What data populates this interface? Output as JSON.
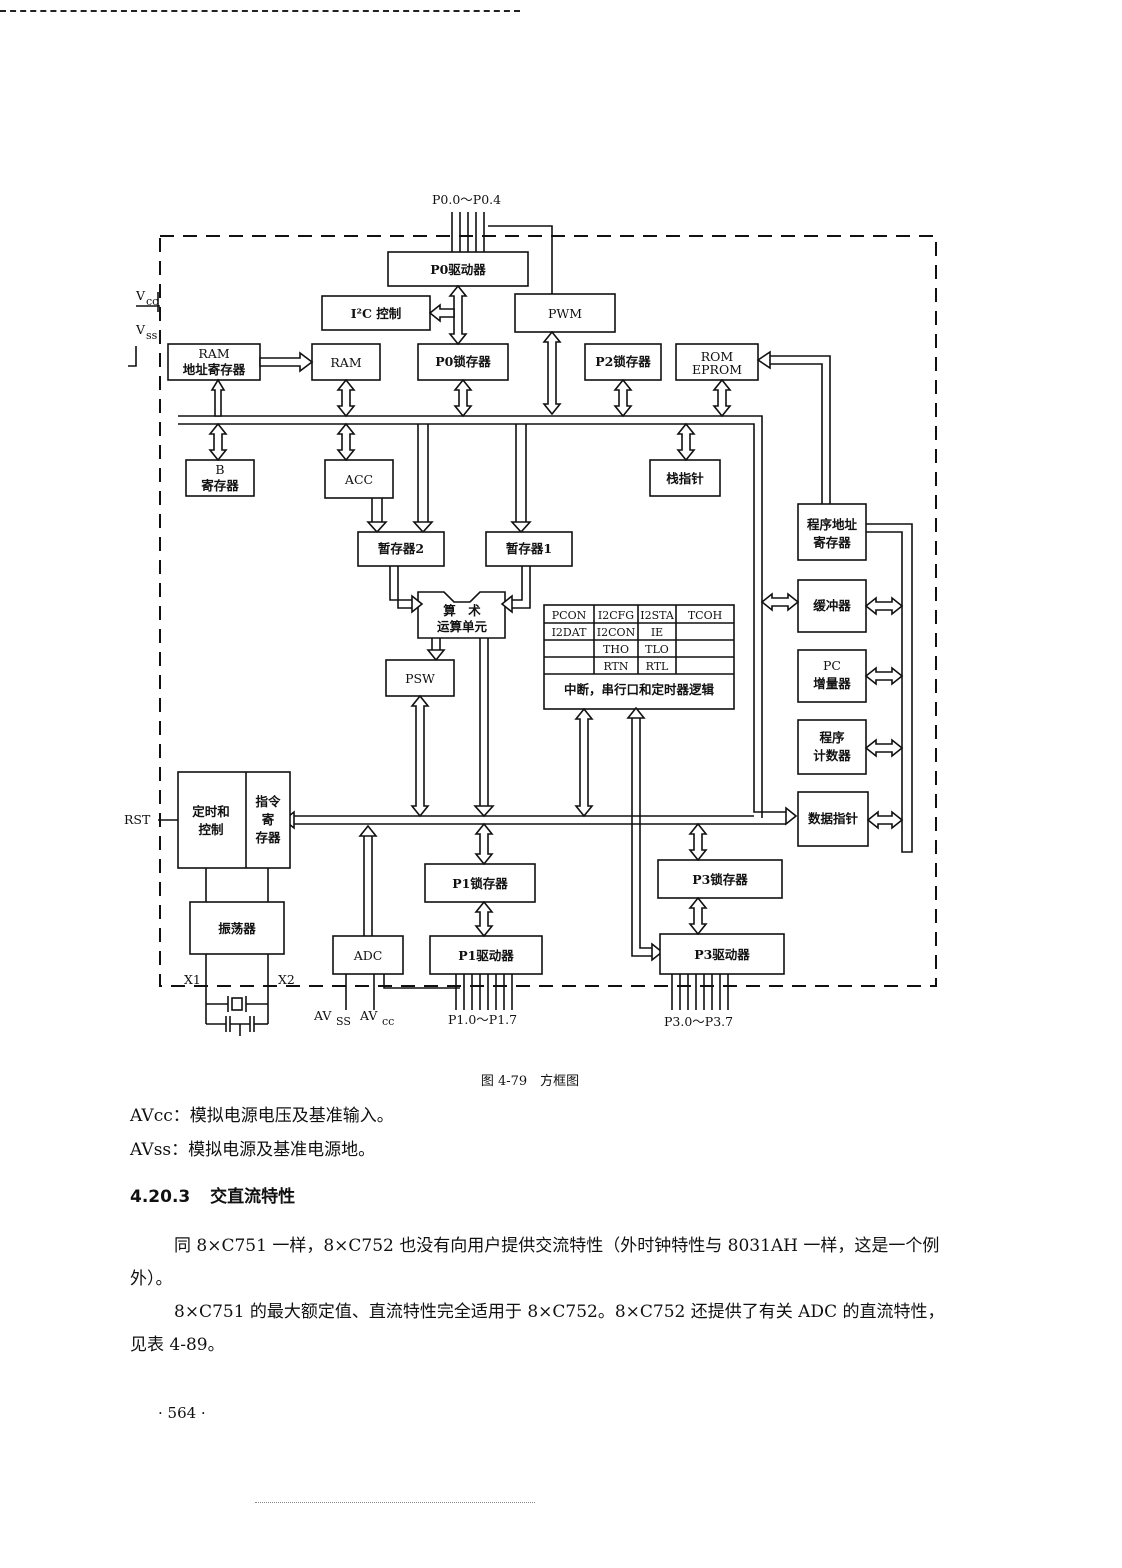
{
  "diagram": {
    "pins": {
      "p0": "P0.0～P0.4",
      "vcc": "V",
      "vcc_sub": "cc",
      "vss": "V",
      "vss_sub": "ss",
      "rst": "RST",
      "x1": "X1",
      "x2": "X2",
      "avss": "AV",
      "avss_sub": "SS",
      "avcc": "AV",
      "avcc_sub": "cc",
      "p1": "P1.0～P1.7",
      "p3": "P3.0～P3.7"
    },
    "blocks": {
      "p0_driver": "P0驱动器",
      "i2c_control": "I²C 控制",
      "pwm": "PWM",
      "ram_addr_line1": "RAM",
      "ram_addr_line2": "地址寄存器",
      "ram": "RAM",
      "p0_latch": "P0锁存器",
      "p2_latch": "P2锁存器",
      "rom_line1": "ROM",
      "rom_line2": "EPROM",
      "b_reg_line1": "B",
      "b_reg_line2": "寄存器",
      "acc": "ACC",
      "stack_ptr": "栈指针",
      "temp2": "暂存器2",
      "temp1": "暂存器1",
      "alu_line1": "算　术",
      "alu_line2": "运算单元",
      "psw": "PSW",
      "prog_addr_line1": "程序地址",
      "prog_addr_line2": "寄存器",
      "buffer": "缓冲器",
      "pc_inc_line1": "PC",
      "pc_inc_line2": "增量器",
      "prog_counter_line1": "程序",
      "prog_counter_line2": "计数器",
      "data_ptr": "数据指针",
      "timing_line1": "定时和",
      "timing_line2": "控制",
      "instr_line1": "指令",
      "instr_line2": "寄",
      "instr_line3": "存器",
      "oscillator": "振荡器",
      "adc": "ADC",
      "p1_latch": "P1锁存器",
      "p1_driver": "P1驱动器",
      "p3_latch": "P3锁存器",
      "p3_driver": "P3驱动器"
    },
    "sfr_table": {
      "rows": [
        [
          "PCON",
          "I2CFG",
          "I2STA",
          "TCOH"
        ],
        [
          "I2DAT",
          "I2CON",
          "IE",
          ""
        ],
        [
          "",
          "THO",
          "TLO",
          ""
        ],
        [
          "",
          "RTN",
          "RTL",
          ""
        ]
      ],
      "footer": "中断，串行口和定时器逻辑"
    }
  },
  "caption": "图 4-79　方框图",
  "paragraphs": {
    "avcc": "AVcc：模拟电源电压及基准输入。",
    "avss": "AVss：模拟电源及基准电源地。",
    "section_number": "4.20.3",
    "section_title": "交直流特性",
    "body1": "同 8×C751 一样，8×C752 也没有向用户提供交流特性（外时钟特性与 8031AH 一样，这是一个例外）。",
    "body2": "8×C751 的最大额定值、直流特性完全适用于 8×C752。8×C752 还提供了有关 ADC 的直流特性，见表 4-89。"
  },
  "page_number": "· 564 ·"
}
